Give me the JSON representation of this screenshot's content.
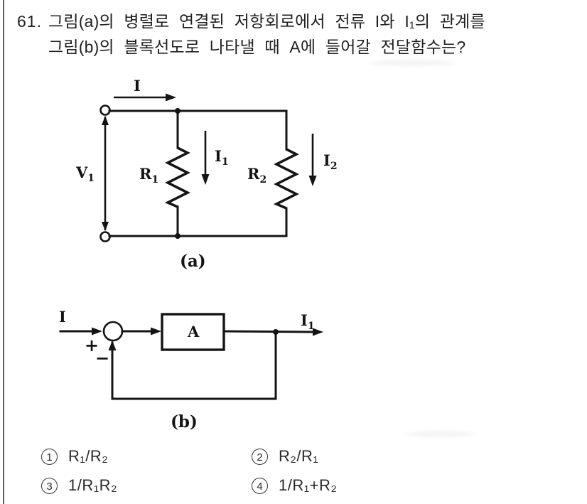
{
  "question": {
    "number": "61.",
    "line1": "그림(a)의 병렬로 연결된 저항회로에서 전류 I와 I₁의 관계를",
    "line2": "그림(b)의 블록선도로 나타낼 때 A에 들어갈 전달함수는?"
  },
  "figure_a": {
    "caption": "(a)",
    "labels": {
      "current_in": "I",
      "voltage": {
        "base": "V",
        "sub": "1"
      },
      "r1": {
        "base": "R",
        "sub": "1"
      },
      "i1": {
        "base": "I",
        "sub": "1"
      },
      "r2": {
        "base": "R",
        "sub": "2"
      },
      "i2": {
        "base": "I",
        "sub": "2"
      }
    }
  },
  "figure_b": {
    "caption": "(b)",
    "labels": {
      "input": "I",
      "block": "A",
      "output": {
        "base": "I",
        "sub": "1"
      },
      "plus": "+",
      "minus": "−"
    }
  },
  "choices": [
    {
      "num": "1",
      "label": "R₁/R₂"
    },
    {
      "num": "2",
      "label": "R₂/R₁"
    },
    {
      "num": "3",
      "label": "1/R₁R₂"
    },
    {
      "num": "4",
      "label": "1/R₁+R₂"
    }
  ],
  "colors": {
    "ink": "#141414",
    "border": "#5f5f5f"
  }
}
